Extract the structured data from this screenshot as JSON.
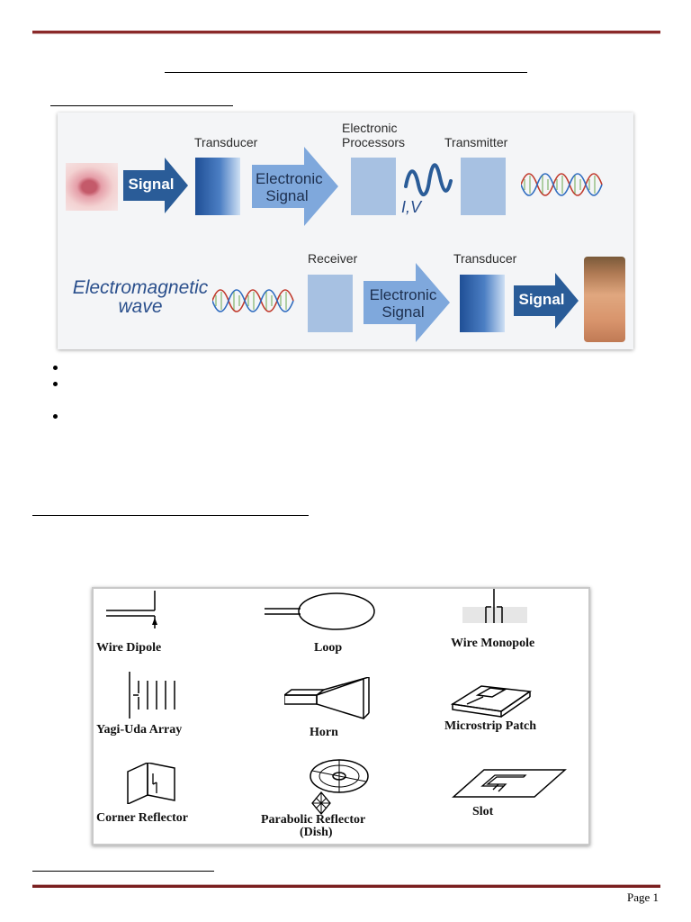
{
  "page": {
    "number_label": "Page 1"
  },
  "communication_diagram": {
    "transducer_top": "Transducer",
    "electronic_processors": "Electronic Processors",
    "transmitter": "Transmitter",
    "receiver": "Receiver",
    "transducer_bottom": "Transducer",
    "signal_1": "Signal",
    "signal_2": "Signal",
    "electronic_signal_1": "Electronic Signal",
    "electronic_signal_2": "Electronic Signal",
    "iv_label": "I,V",
    "em_wave": "Electromagnetic wave",
    "colors": {
      "box": "#a7c1e2",
      "arrow": "#7fa8dc",
      "dark_arrow": "#2a5c98",
      "em_text": "#2a4f8c"
    }
  },
  "antenna_types": {
    "items": [
      {
        "label": "Wire Dipole",
        "icon": "wire-dipole-icon"
      },
      {
        "label": "Loop",
        "icon": "loop-icon"
      },
      {
        "label": "Wire Monopole",
        "icon": "wire-monopole-icon"
      },
      {
        "label": "Yagi-Uda Array",
        "icon": "yagi-uda-icon"
      },
      {
        "label": "Horn",
        "icon": "horn-icon"
      },
      {
        "label": "Microstrip Patch",
        "icon": "microstrip-patch-icon"
      },
      {
        "label": "Corner Reflector",
        "icon": "corner-reflector-icon"
      },
      {
        "label": "Parabolic Reflector",
        "icon": "parabolic-reflector-icon"
      },
      {
        "label": "Slot",
        "icon": "slot-icon"
      }
    ],
    "parabolic_sub": "(Dish)"
  },
  "colors": {
    "rule": "#8b2a2a"
  }
}
